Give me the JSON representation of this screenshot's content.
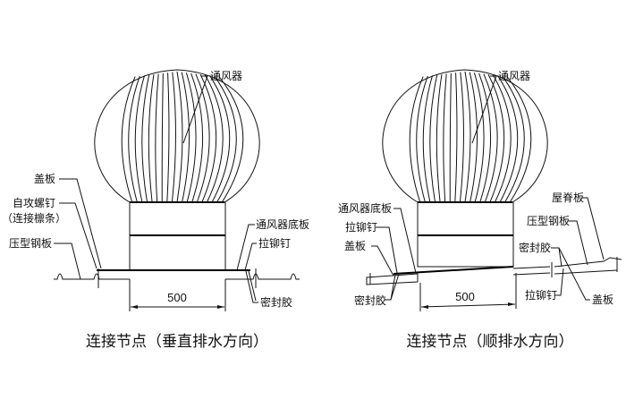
{
  "left": {
    "ventilator": "通风器",
    "cover_plate": "盖板",
    "self_tapping_screw": "自攻螺钉",
    "purlin_note": "（连接檩条）",
    "profiled_steel": "压型钢板",
    "base_plate": "通风器底板",
    "rivet": "拉铆钉",
    "sealant": "密封胶",
    "dimension": "500",
    "caption": "连接节点（垂直排水方向）"
  },
  "right": {
    "ventilator": "通风器",
    "base_plate": "通风器底板",
    "rivet_left": "拉铆钉",
    "cover_plate_left": "盖板",
    "sealant_left": "密封胶",
    "dimension": "500",
    "ridge_plate": "屋脊板",
    "profiled_steel": "压型钢板",
    "sealant_right": "密封胶",
    "rivet_right": "拉铆钉",
    "cover_plate_right": "盖板",
    "caption": "连接节点（顺排水方向）"
  }
}
